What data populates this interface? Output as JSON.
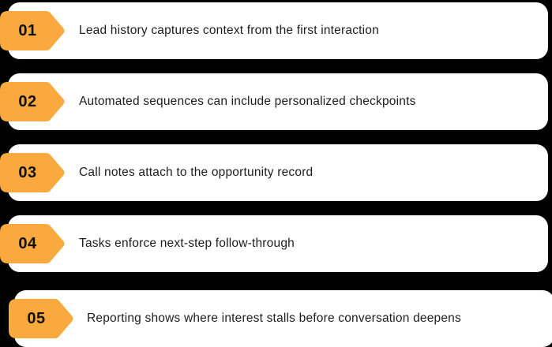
{
  "colors": {
    "background": "#000000",
    "card": "#ffffff",
    "badge": "#F9A93D",
    "text": "#1d1d1d"
  },
  "items": [
    {
      "number": "01",
      "text": "Lead history captures context from the first interaction"
    },
    {
      "number": "02",
      "text": "Automated sequences can include personalized checkpoints"
    },
    {
      "number": "03",
      "text": "Call notes attach to the opportunity record"
    },
    {
      "number": "04",
      "text": "Tasks enforce next-step follow-through"
    },
    {
      "number": "05",
      "text": "Reporting shows where interest stalls before conversation deepens"
    }
  ]
}
